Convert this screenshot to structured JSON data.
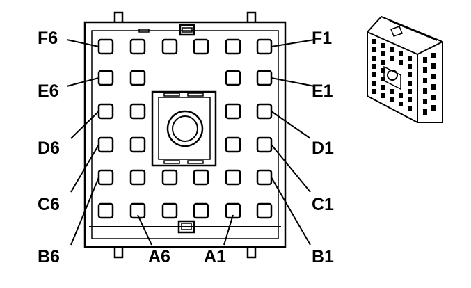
{
  "diagram": {
    "pins": [
      {
        "id": "F6",
        "row": 0,
        "col": 0
      },
      {
        "id": "F1",
        "row": 0,
        "col": 5
      },
      {
        "id": "E6",
        "row": 1,
        "col": 0
      },
      {
        "id": "E1",
        "row": 1,
        "col": 5
      },
      {
        "id": "D6",
        "row": 2,
        "col": 0
      },
      {
        "id": "D1",
        "row": 2,
        "col": 5
      },
      {
        "id": "C6",
        "row": 3,
        "col": 0
      },
      {
        "id": "C1",
        "row": 3,
        "col": 5
      },
      {
        "id": "B6",
        "row": 4,
        "col": 0
      },
      {
        "id": "B1",
        "row": 4,
        "col": 5
      },
      {
        "id": "A6",
        "row": 5,
        "col": 1
      },
      {
        "id": "A1",
        "row": 5,
        "col": 4
      }
    ],
    "grid": {
      "rows": 6,
      "cols": 6
    },
    "colors": {
      "line": "#000000",
      "background": "#ffffff"
    }
  }
}
